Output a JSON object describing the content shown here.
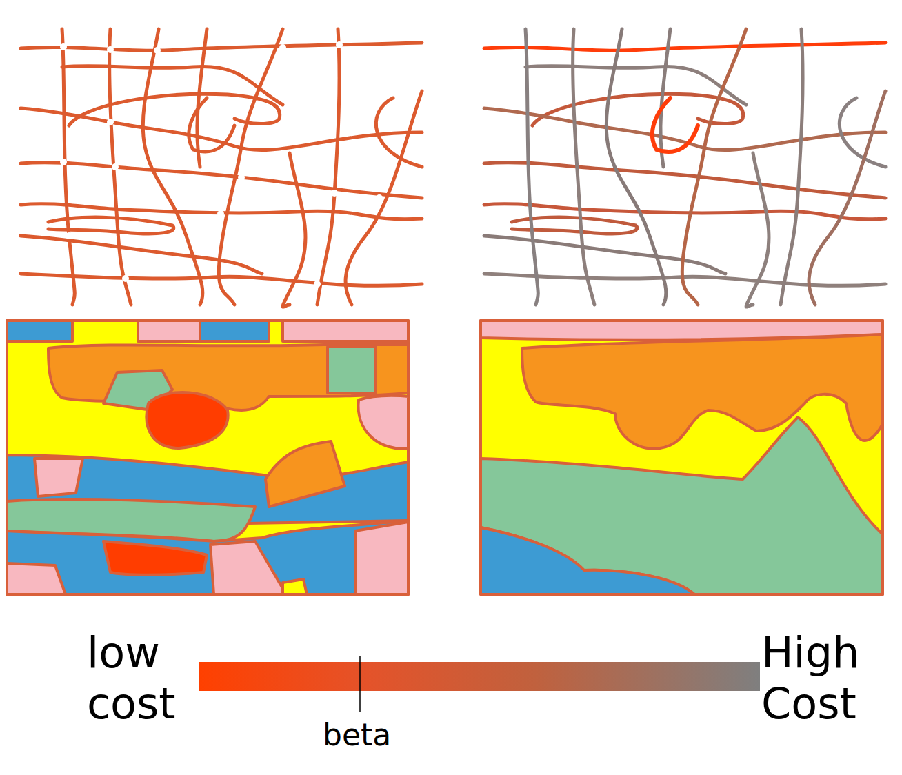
{
  "diagram": {
    "labels": [
      "low cost",
      "High Cost",
      "beta"
    ]
  }
}
